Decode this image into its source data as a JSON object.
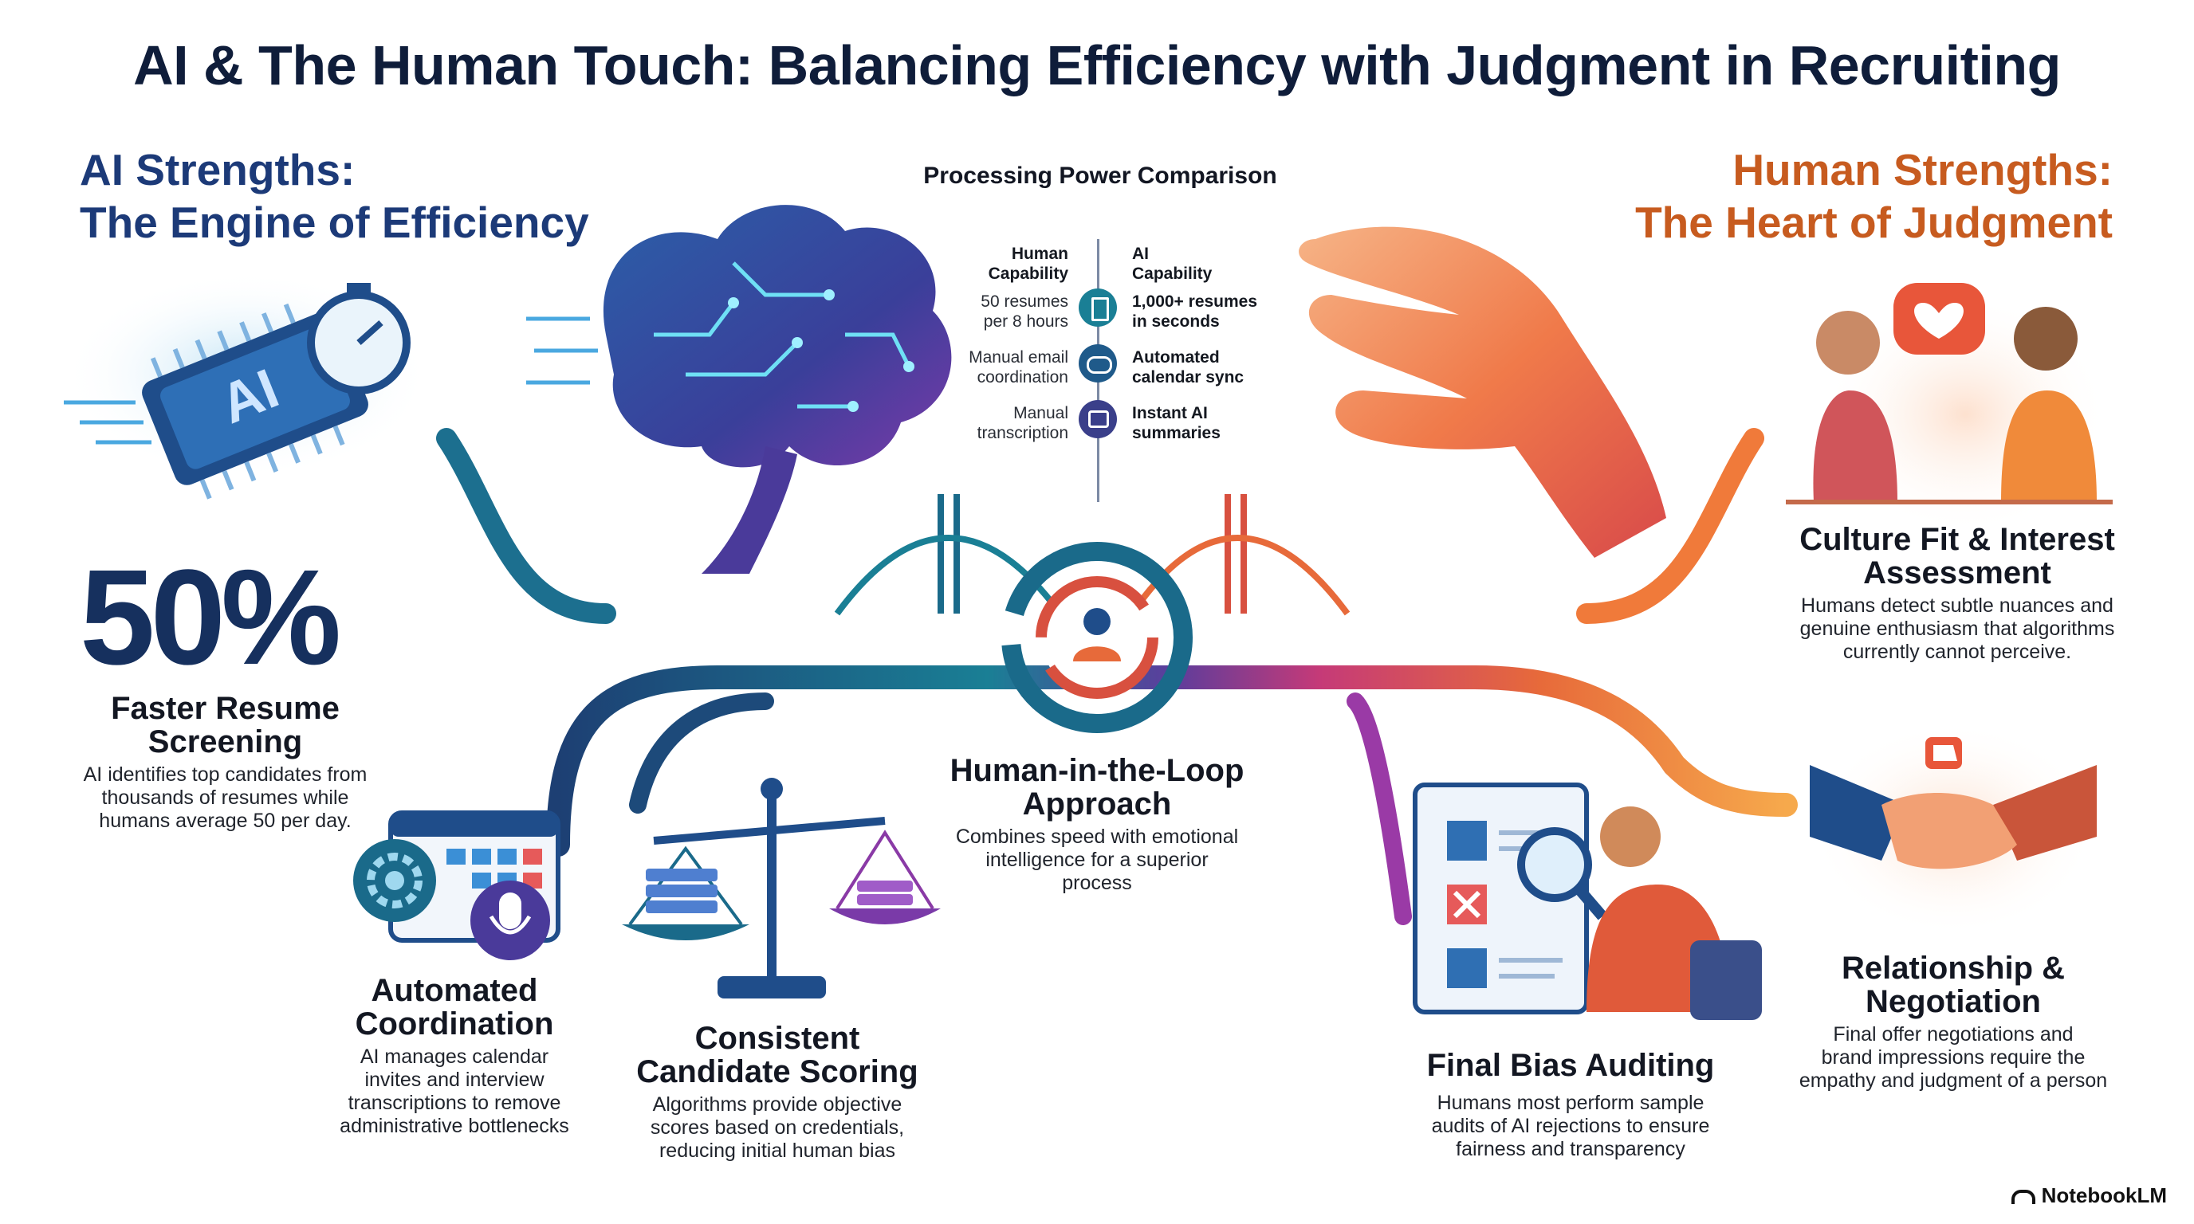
{
  "title": "AI & The Human Touch: Balancing Efficiency with Judgment in Recruiting",
  "ai_heading": {
    "line1": "AI Strengths:",
    "line2": "The Engine of Efficiency"
  },
  "human_heading": {
    "line1": "Human Strengths:",
    "line2": "The Heart of Judgment"
  },
  "stat": {
    "value": "50%",
    "title_line1": "Faster Resume",
    "title_line2": "Screening",
    "desc": [
      "AI identifies top candidates from",
      "thousands of resumes while",
      "humans average 50 per day."
    ]
  },
  "comparison": {
    "title": "Processing Power Comparison",
    "human_head": [
      "Human",
      "Capability"
    ],
    "ai_head": [
      "AI",
      "Capability"
    ],
    "rows": [
      {
        "human": [
          "50 resumes",
          "per 8 hours"
        ],
        "ai": [
          "1,000+ resumes",
          "in seconds"
        ],
        "icon": "document-icon"
      },
      {
        "human": [
          "Manual email",
          "coordination"
        ],
        "ai": [
          "Automated",
          "calendar sync"
        ],
        "icon": "cloud-sync-icon"
      },
      {
        "human": [
          "Manual",
          "transcription"
        ],
        "ai": [
          "Instant AI",
          "summaries"
        ],
        "icon": "chat-summary-icon"
      }
    ]
  },
  "coordination": {
    "title": [
      "Automated",
      "Coordination"
    ],
    "desc": [
      "AI manages calendar",
      "invites and interview",
      "transcriptions to remove",
      "administrative bottlenecks"
    ]
  },
  "scoring": {
    "title": [
      "Consistent",
      "Candidate Scoring"
    ],
    "desc": [
      "Algorithms provide objective",
      "scores based on credentials,",
      "reducing initial human bias"
    ]
  },
  "hitl": {
    "title": [
      "Human-in-the-Loop",
      "Approach"
    ],
    "desc": [
      "Combines speed with emotional",
      "intelligence for a superior",
      "process"
    ]
  },
  "bias": {
    "title": [
      "Final Bias Auditing"
    ],
    "desc": [
      "Humans most perform sample",
      "audits of AI rejections to ensure",
      "fairness and transparency"
    ]
  },
  "culture": {
    "title": [
      "Culture Fit & Interest",
      "Assessment"
    ],
    "desc": [
      "Humans detect subtle nuances and",
      "genuine enthusiasm that algorithms",
      "currently cannot perceive."
    ]
  },
  "relationship": {
    "title": [
      "Relationship &",
      "Negotiation"
    ],
    "desc": [
      "Final offer negotiations and",
      "brand impressions require the",
      "empathy and judgment of a person"
    ]
  },
  "chip_label": "AI",
  "brand": "NotebookLM",
  "colors": {
    "ai_blue": "#1c3a78",
    "teal": "#1a7f95",
    "human_orange": "#c75b1f",
    "purple": "#8a3aa6"
  }
}
